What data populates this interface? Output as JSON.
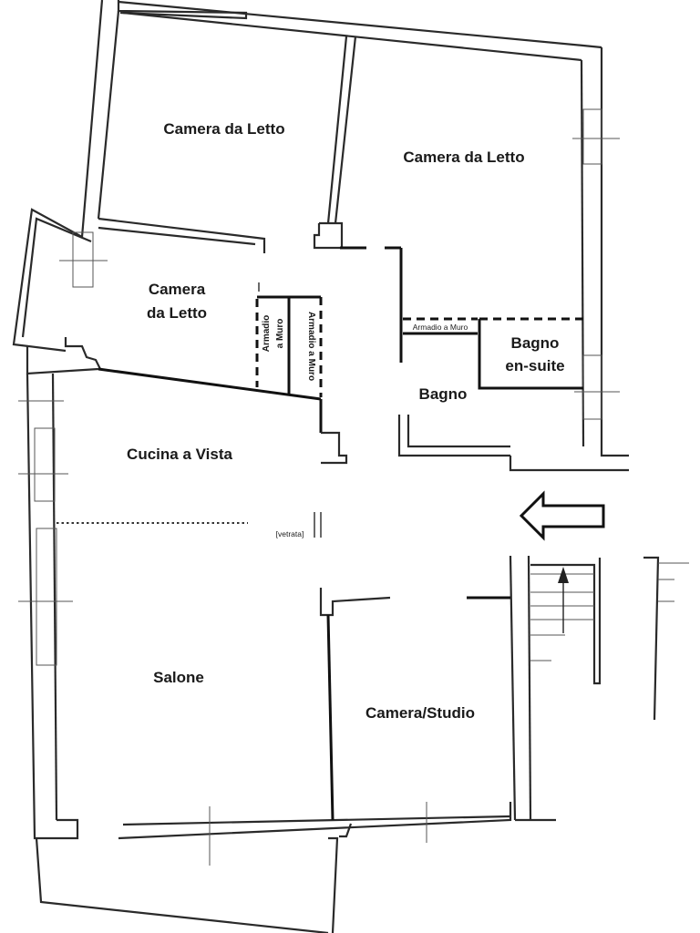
{
  "colors": {
    "background": "#ffffff",
    "walls": "#2a2a2a",
    "labels": "#1a1a1a"
  },
  "rooms": {
    "bedroom_top_left": "Camera da Letto",
    "bedroom_top_right": "Camera da Letto",
    "bedroom_small_line1": "Camera",
    "bedroom_small_line2": "da Letto",
    "kitchen": "Cucina a Vista",
    "bathroom": "Bagno",
    "ensuite_line1": "Bagno",
    "ensuite_line2": "en-suite",
    "living_room": "Salone",
    "study": "Camera/Studio"
  },
  "fixtures": {
    "wardrobe_1_line1": "Armadio",
    "wardrobe_1_line2": "a Muro",
    "wardrobe_2": "Armadio a Muro",
    "wardrobe_3": "Armadio a Muro",
    "glass_partition": "[vetrata]"
  },
  "icons": {
    "entrance": "arrow-left-icon",
    "stairs_direction": "arrow-up-icon"
  }
}
